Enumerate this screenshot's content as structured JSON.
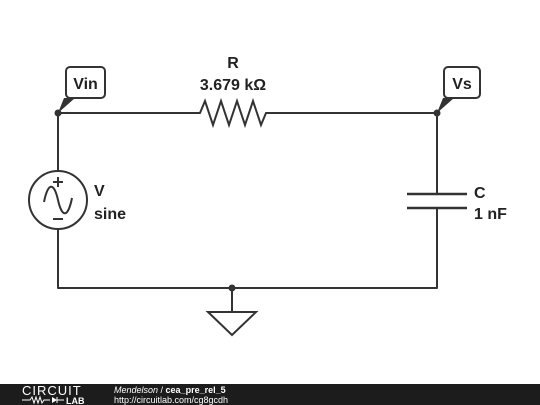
{
  "schematic": {
    "resistor": {
      "name": "R",
      "value": "3.679 kΩ"
    },
    "capacitor": {
      "name": "C",
      "value": "1 nF"
    },
    "source": {
      "name": "V",
      "type": "sine"
    },
    "nodes": {
      "input": "Vin",
      "output": "Vs"
    }
  },
  "footer": {
    "logo_top": "CIRCUIT",
    "logo_bottom": "LAB",
    "author": "Mendelson",
    "separator": " / ",
    "project": "cea_pre_rel_5",
    "url": "http://circuitlab.com/cg8gcdh"
  },
  "colors": {
    "wire": "#333333",
    "footer_bg": "#1c1c1c",
    "text": "#222222"
  }
}
